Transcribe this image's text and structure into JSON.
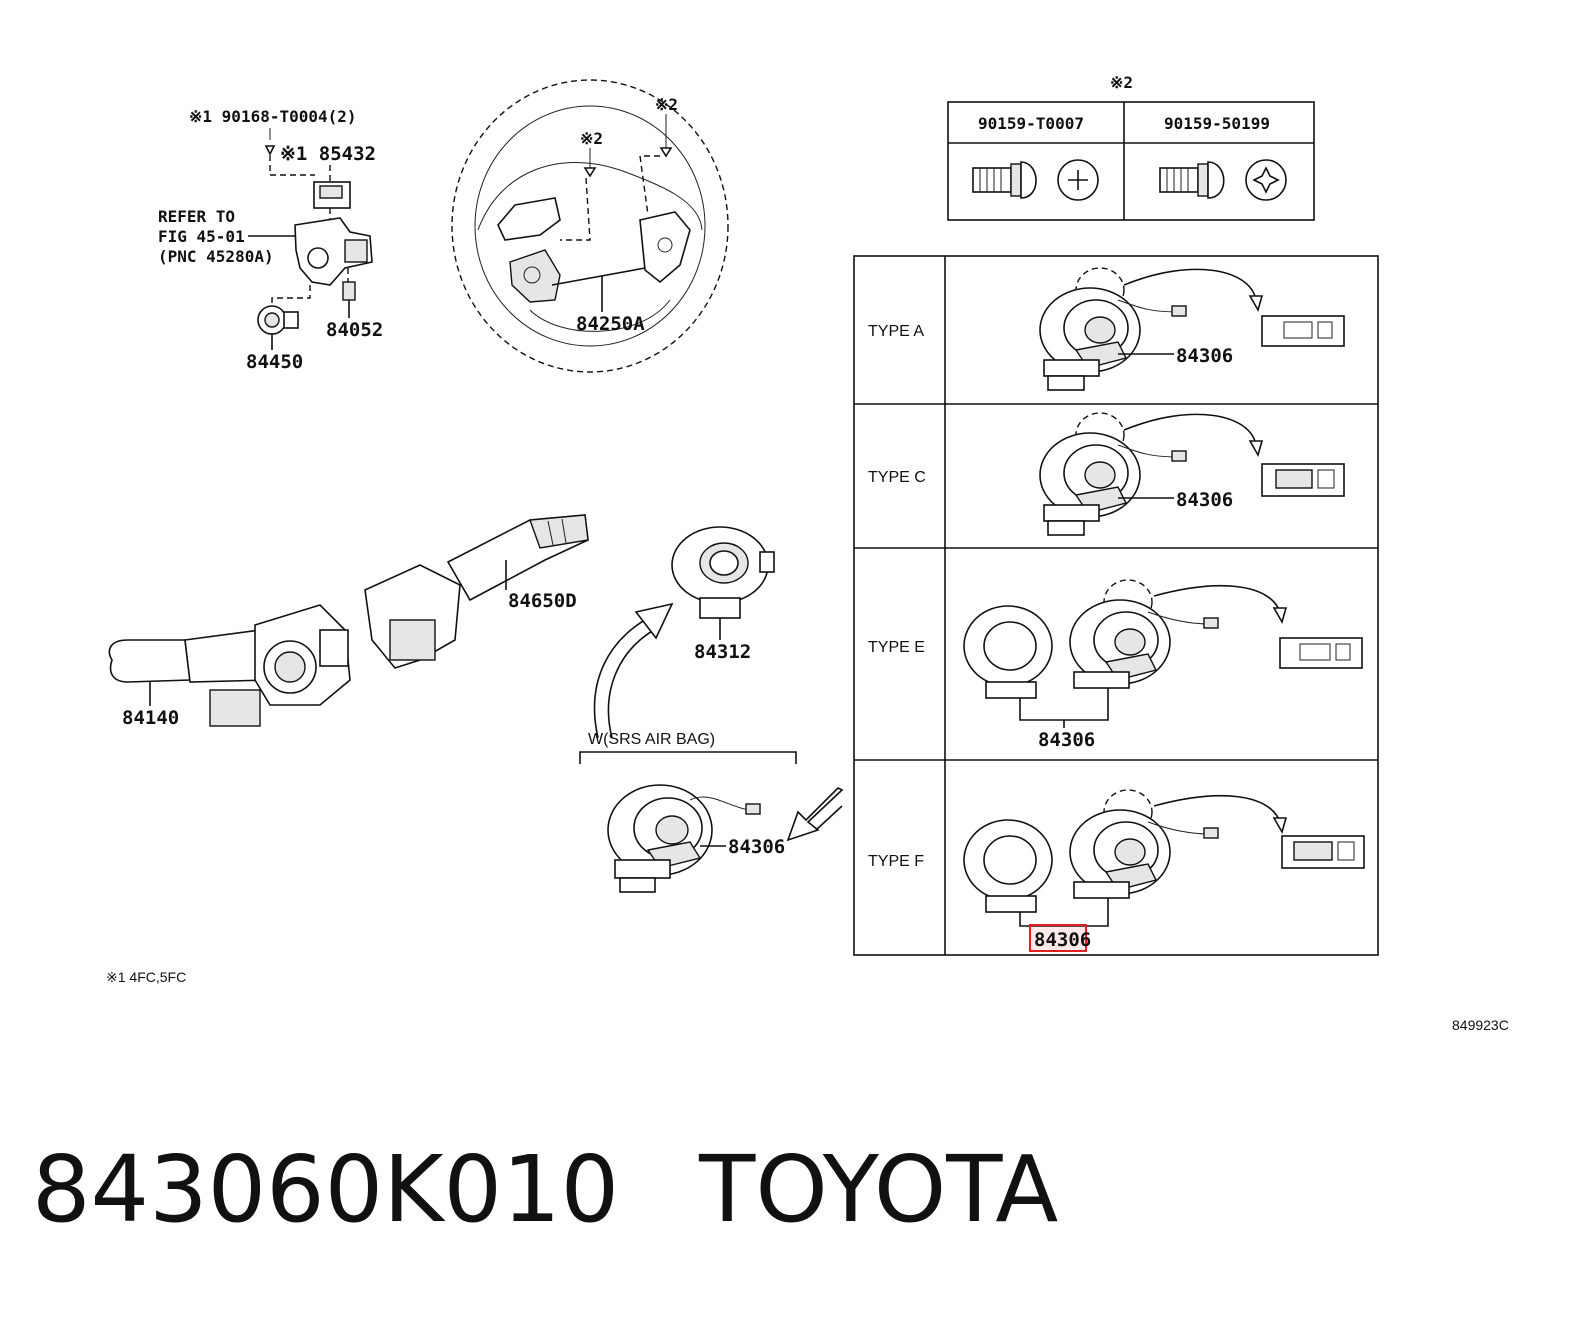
{
  "diagram": {
    "steering_column_group": {
      "note_top": "※1 90168-T0004(2)",
      "note_second": "※1 85432",
      "refer_line1": "REFER TO",
      "refer_line2": "FIG 45-01",
      "refer_line3": "(PNC 45280A)",
      "part_84052": "84052",
      "part_84450": "84450"
    },
    "steering_wheel": {
      "note_left": "※2",
      "note_right": "※2",
      "part_label": "84250A"
    },
    "screw_table": {
      "note": "※2",
      "col1_header": "90159-T0007",
      "col2_header": "90159-50199"
    },
    "combination_switch": {
      "part_84650D": "84650D",
      "part_84140": "84140",
      "part_84312": "84312"
    },
    "airbag": {
      "group_label": "W(SRS AIR BAG)",
      "part_label": "84306"
    },
    "types": [
      {
        "name": "TYPE A",
        "part": "84306"
      },
      {
        "name": "TYPE C",
        "part": "84306"
      },
      {
        "name": "TYPE E",
        "part": "84306"
      },
      {
        "name": "TYPE F",
        "part": "84306"
      }
    ],
    "footnote": "※1  4FC,5FC",
    "figure_code": "849923C"
  },
  "footer": {
    "part_number": "843060K010",
    "brand": "TOYOTA"
  },
  "colors": {
    "highlight": "#e02020",
    "ink": "#111111"
  }
}
